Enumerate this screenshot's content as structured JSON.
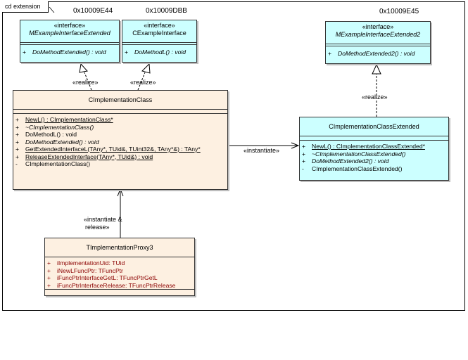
{
  "frame": {
    "title": "cd extension"
  },
  "addresses": [
    "0x10009E44",
    "0x10009DBB",
    "0x10009E45"
  ],
  "classes": {
    "mexample_extended": {
      "stereotype": "«interface»",
      "name": "MExampleInterfaceExtended",
      "ops": [
        {
          "vis": "+",
          "text": "DoMethodExtended() : void"
        }
      ]
    },
    "cexample": {
      "stereotype": "«interface»",
      "name": "CExampleInterface",
      "ops": [
        {
          "vis": "+",
          "text": "DoMethodL() : void"
        }
      ]
    },
    "mexample_extended2": {
      "stereotype": "«interface»",
      "name": "MExampleInterfaceExtended2",
      "ops": [
        {
          "vis": "+",
          "text": "DoMethodExtended2() : void"
        }
      ]
    },
    "impl": {
      "name": "CImplementationClass",
      "ops": [
        {
          "vis": "+",
          "text": "NewL() : CImplementationClass*"
        },
        {
          "vis": "+",
          "text": "~CImplementationClass()"
        },
        {
          "vis": "+",
          "text": "DoMethodL() : void"
        },
        {
          "vis": "+",
          "text": "DoMethodExtended() : void"
        },
        {
          "vis": "+",
          "text": "GetExtendedInterfaceL(TAny*, TUid&, TUint32&, TAny*&) : TAny*"
        },
        {
          "vis": "+",
          "text": "ReleaseExtendedInterface(TAny*, TUid&) : void"
        },
        {
          "vis": "-",
          "text": "CImplementationClass()"
        }
      ]
    },
    "impl_ext": {
      "name": "CImplementationClassExtended",
      "ops": [
        {
          "vis": "+",
          "text": "NewL() : CImplementationClassExtended*"
        },
        {
          "vis": "+",
          "text": "~CImplementationClassExtended()"
        },
        {
          "vis": "+",
          "text": "DoMethodExtended2() : void"
        },
        {
          "vis": "-",
          "text": "CImplementationClassExtended()"
        }
      ]
    },
    "proxy": {
      "name": "TImplementationProxy3",
      "attrs": [
        {
          "vis": "+",
          "text": "iImplementationUid:  TUid"
        },
        {
          "vis": "+",
          "text": "iNewLFuncPtr:  TFuncPtr"
        },
        {
          "vis": "+",
          "text": "iFuncPtrInterfaceGetL:  TFuncPtrGetL"
        },
        {
          "vis": "+",
          "text": "iFuncPtrInterfaceRelease:  TFuncPtrRelease"
        }
      ]
    }
  },
  "relations": {
    "realize": "«realize»",
    "instantiate": "«instantiate»",
    "instantiate_release_1": "«instantiate &",
    "instantiate_release_2": "release»"
  },
  "colors": {
    "interface_fill": "#ccffff",
    "class_fill": "#fdf0e1",
    "attr_text": "#8b0000"
  }
}
